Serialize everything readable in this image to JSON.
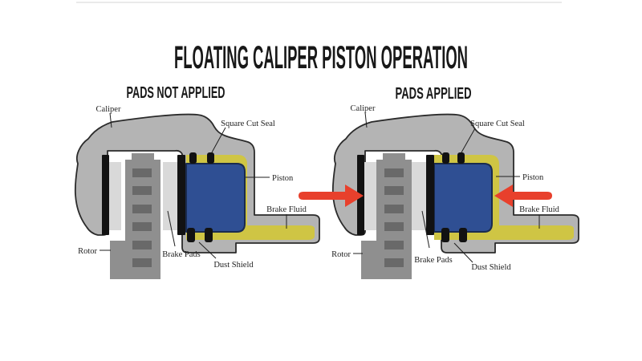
{
  "title": "FLOATING CALIPER PISTON OPERATION",
  "panels": {
    "left": {
      "subtitle": "PADS NOT APPLIED",
      "labels": {
        "caliper": "Caliper",
        "square_cut_seal": "Square Cut Seal",
        "piston": "Piston",
        "brake_fluid": "Brake Fluid",
        "rotor": "Rotor",
        "brake_pads": "Brake Pads",
        "dust_shield": "Dust Shield"
      }
    },
    "right": {
      "subtitle": "PADS APPLIED",
      "labels": {
        "caliper": "Caliper",
        "square_cut_seal": "Square Cut Seal",
        "piston": "Piston",
        "brake_fluid": "Brake Fluid",
        "rotor": "Rotor",
        "brake_pads": "Brake Pads",
        "dust_shield": "Dust Shield"
      }
    }
  },
  "icons": {
    "outboard_force_arrow": "arrow-pointing-right",
    "inboard_force_arrow": "arrow-pointing-left"
  },
  "colors": {
    "background": "#ffffff",
    "caliper_body": "#b4b4b4",
    "caliper_outline": "#2b2b2b",
    "rotor": "#8f8f8f",
    "rotor_slot": "#696969",
    "pad_lining": "#d9d9d9",
    "pad_backing": "#121212",
    "piston_fill": "#2f4f93",
    "piston_outline": "#1a2b4f",
    "brake_fluid": "#cfc544",
    "force_arrow": "#e8402c",
    "label_text": "#1f1f1f"
  }
}
